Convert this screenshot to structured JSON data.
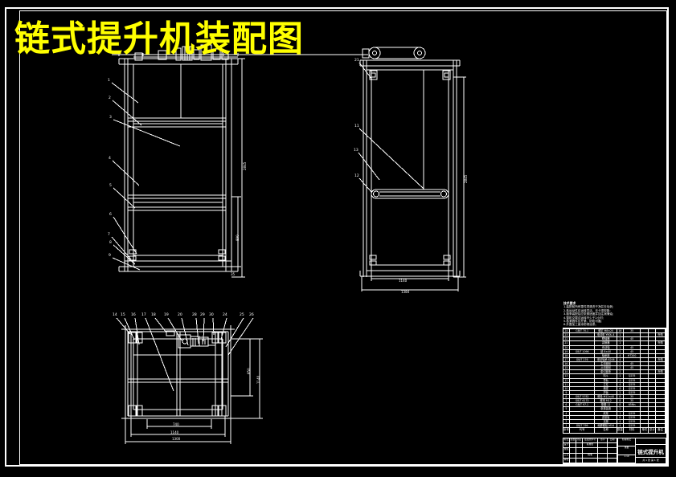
{
  "title": "链式提升机装配图",
  "colors": {
    "background": "#000000",
    "line": "#ffffff",
    "title": "#ffff00"
  },
  "notes": {
    "heading": "技术要求",
    "lines": [
      "1.装配前所有零件须清洗干净并去毛刺;",
      "2.各运动件应运转灵活、无卡滞现象;",
      "3.链条装配后应张紧适度并加注润滑油;",
      "4.整机空载试运转不少于2小时;",
      "5.各紧固件应拧紧、防松可靠;",
      "6.外露加工面涂防锈油漆。"
    ]
  },
  "callouts": {
    "front": [
      "1",
      "2",
      "3",
      "4",
      "5",
      "6",
      "7",
      "8",
      "9"
    ],
    "side": [
      "21",
      "11",
      "13",
      "12"
    ],
    "plan": [
      "14",
      "15",
      "16",
      "17",
      "18",
      "19",
      "20",
      "28",
      "29",
      "30",
      "24",
      "25",
      "26"
    ]
  },
  "dims": {
    "fv_overall_height": "2845",
    "fv_lower_height": "890",
    "fv_base": "35",
    "sv_inner_width": "1140",
    "sv_outer_width": "1384",
    "sv_overall_height": "2845",
    "pv_dim_inner": "740",
    "pv_dim_mid": "1140",
    "pv_dim_outer": "1300",
    "pv_right_upper": "850",
    "pv_right_full": "1140"
  },
  "bom": {
    "headers": [
      "序号",
      "代号",
      "名称",
      "数量",
      "材料",
      "单件",
      "总计",
      "备注"
    ],
    "rows": [
      [
        "24",
        "GB/T 70.1",
        "螺钉 M8×20",
        "16",
        "35",
        "",
        "",
        ""
      ],
      [
        "23",
        "",
        "电动机 Y90L-4",
        "1",
        "",
        "",
        "",
        "外购"
      ],
      [
        "22",
        "",
        "联轴器",
        "1",
        "45",
        "",
        "",
        ""
      ],
      [
        "21",
        "",
        "减速器",
        "1",
        "",
        "",
        "",
        "外购"
      ],
      [
        "20",
        "",
        "传动轴",
        "1",
        "45",
        "",
        "",
        ""
      ],
      [
        "19",
        "GB/T 1096",
        "键 8×40",
        "2",
        "45",
        "",
        "",
        ""
      ],
      [
        "18",
        "",
        "轴承座",
        "4",
        "HT200",
        "",
        "",
        ""
      ],
      [
        "17",
        "GB/T 276",
        "滚动轴承 6206",
        "4",
        "",
        "",
        "",
        "外购"
      ],
      [
        "16",
        "",
        "主动链轮",
        "2",
        "45",
        "",
        "",
        ""
      ],
      [
        "15",
        "",
        "从动链轮",
        "2",
        "45",
        "",
        "",
        ""
      ],
      [
        "14",
        "",
        "牵引链条",
        "2",
        "",
        "",
        "",
        "外购"
      ],
      [
        "13",
        "",
        "料斗",
        "1",
        "Q235",
        "",
        "",
        ""
      ],
      [
        "12",
        "",
        "导轨",
        "4",
        "Q235",
        "",
        "",
        ""
      ],
      [
        "11",
        "",
        "立柱",
        "4",
        "Q235",
        "",
        "",
        ""
      ],
      [
        "10",
        "",
        "横梁",
        "6",
        "Q235",
        "",
        "",
        ""
      ],
      [
        "9",
        "",
        "护板",
        "2",
        "Q235",
        "",
        "",
        ""
      ],
      [
        "8",
        "GB/T 5782",
        "螺栓 M12×40",
        "8",
        "35",
        "",
        "",
        ""
      ],
      [
        "7",
        "GB/T 6170",
        "螺母 M12",
        "8",
        "35",
        "",
        "",
        ""
      ],
      [
        "6",
        "GB/T 97.1",
        "垫圈 12",
        "8",
        "65Mn",
        "",
        "",
        ""
      ],
      [
        "5",
        "",
        "张紧装置",
        "2",
        "",
        "",
        "",
        ""
      ],
      [
        "4",
        "",
        "底座",
        "1",
        "Q235",
        "",
        "",
        ""
      ],
      [
        "3",
        "",
        "连接板",
        "8",
        "Q235",
        "",
        "",
        ""
      ],
      [
        "2",
        "",
        "支腿",
        "4",
        "Q235",
        "",
        "",
        ""
      ],
      [
        "1",
        "GB/T 799",
        "地脚螺栓 M16",
        "4",
        "Q235",
        "",
        "",
        ""
      ]
    ]
  },
  "title_block": {
    "grid_rows": [
      [
        "标记",
        "处数",
        "分区",
        "更改文件号",
        "签字",
        "日期"
      ],
      [
        "设计",
        "",
        "",
        "标准化",
        "",
        ""
      ],
      [
        "校核",
        "",
        "",
        "",
        "",
        ""
      ],
      [
        "工艺",
        "",
        "",
        "批准",
        "",
        ""
      ],
      [
        "审核",
        "",
        "",
        "",
        "",
        ""
      ]
    ],
    "stage": "阶段标记",
    "weight_label": "重量",
    "scale_label": "比例",
    "scale_value": "1:10",
    "product": "链式提升机",
    "sheets": "共 1 张  第 1 张"
  }
}
